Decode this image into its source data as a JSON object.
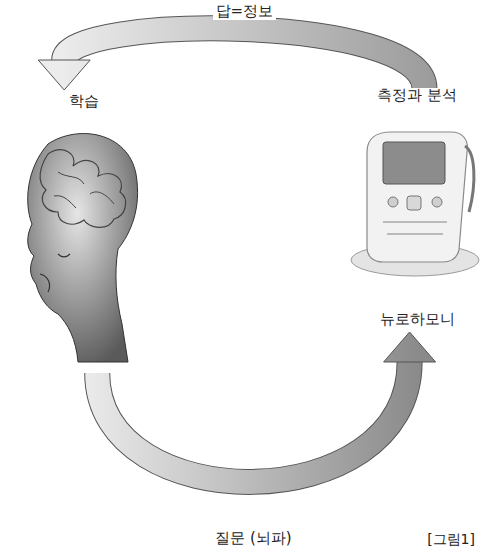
{
  "diagram": {
    "caption": "[그림1]",
    "nodes": [
      {
        "text": [
          "학습"
        ]
      },
      {
        "text": [
          "측정과 분석",
          "뉴로하모니"
        ]
      }
    ],
    "edges": [
      {
        "from": 1,
        "to": 0,
        "label": "답=정보",
        "arrow": "to"
      },
      {
        "from": 0,
        "to": 1,
        "label": "질문 (뇌파)",
        "arrow": "to"
      }
    ]
  }
}
